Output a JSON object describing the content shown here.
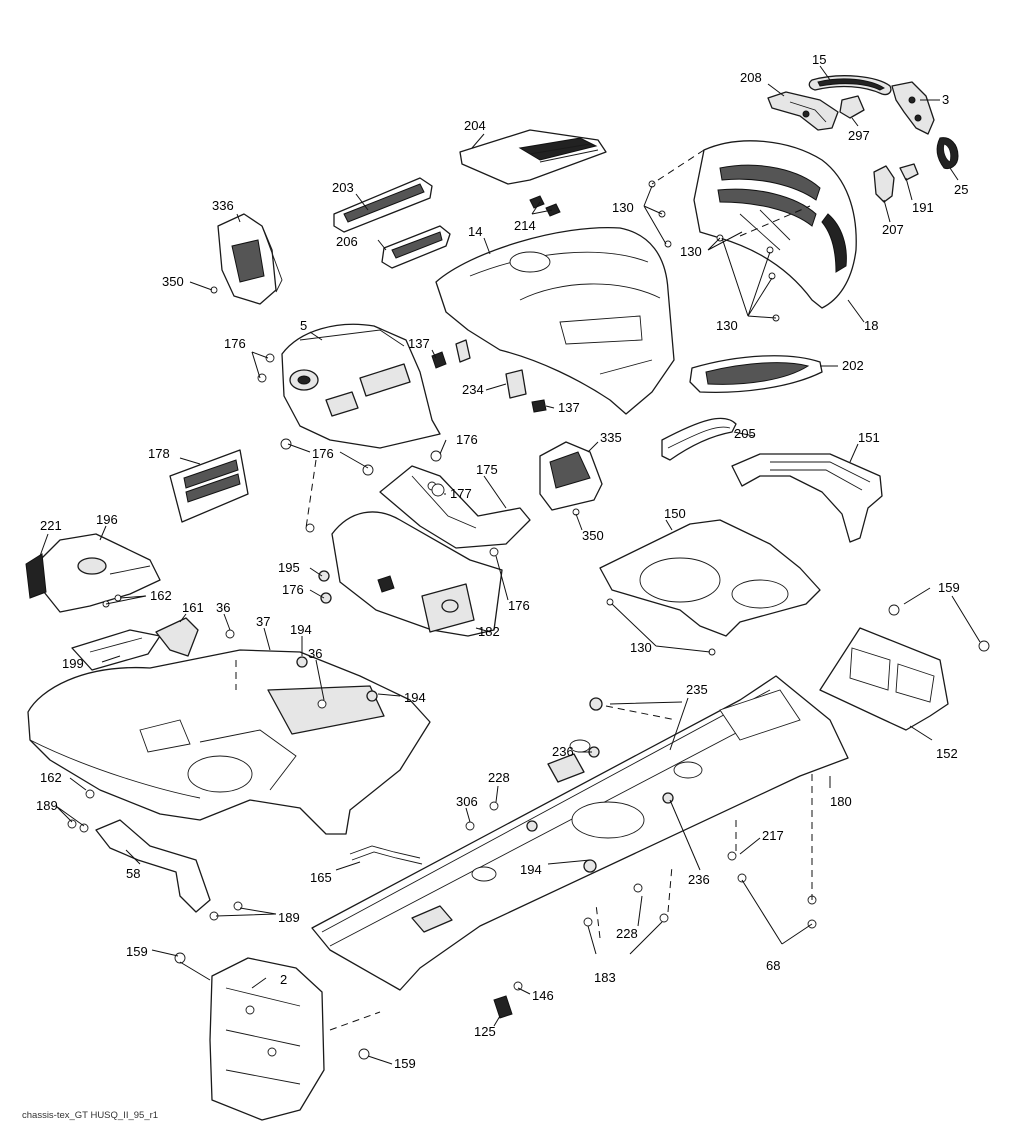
{
  "diagram": {
    "caption": "chassis-tex_GT HUSQ_II_95_r1",
    "callouts": [
      {
        "id": "c15",
        "text": "15"
      },
      {
        "id": "c208",
        "text": "208"
      },
      {
        "id": "c3",
        "text": "3"
      },
      {
        "id": "c297",
        "text": "297"
      },
      {
        "id": "c25",
        "text": "25"
      },
      {
        "id": "c191",
        "text": "191"
      },
      {
        "id": "c207",
        "text": "207"
      },
      {
        "id": "c204",
        "text": "204"
      },
      {
        "id": "c203",
        "text": "203"
      },
      {
        "id": "c214",
        "text": "214"
      },
      {
        "id": "c336",
        "text": "336"
      },
      {
        "id": "c14",
        "text": "14"
      },
      {
        "id": "c206",
        "text": "206"
      },
      {
        "id": "c350a",
        "text": "350"
      },
      {
        "id": "c130a",
        "text": "130"
      },
      {
        "id": "c130b",
        "text": "130"
      },
      {
        "id": "c130c",
        "text": "130"
      },
      {
        "id": "c18",
        "text": "18"
      },
      {
        "id": "c5",
        "text": "5"
      },
      {
        "id": "c176a",
        "text": "176"
      },
      {
        "id": "c137a",
        "text": "137"
      },
      {
        "id": "c234",
        "text": "234"
      },
      {
        "id": "c137b",
        "text": "137"
      },
      {
        "id": "c202",
        "text": "202"
      },
      {
        "id": "c176b",
        "text": "176"
      },
      {
        "id": "c176c",
        "text": "176"
      },
      {
        "id": "c178",
        "text": "178"
      },
      {
        "id": "c335",
        "text": "335"
      },
      {
        "id": "c205",
        "text": "205"
      },
      {
        "id": "c151",
        "text": "151"
      },
      {
        "id": "c175",
        "text": "175"
      },
      {
        "id": "c177",
        "text": "177"
      },
      {
        "id": "c350b",
        "text": "350"
      },
      {
        "id": "c150",
        "text": "150"
      },
      {
        "id": "c221",
        "text": "221"
      },
      {
        "id": "c196",
        "text": "196"
      },
      {
        "id": "c195",
        "text": "195"
      },
      {
        "id": "c176d",
        "text": "176"
      },
      {
        "id": "c176e",
        "text": "176"
      },
      {
        "id": "c162a",
        "text": "162"
      },
      {
        "id": "c161",
        "text": "161"
      },
      {
        "id": "c36a",
        "text": "36"
      },
      {
        "id": "c37",
        "text": "37"
      },
      {
        "id": "c194a",
        "text": "194"
      },
      {
        "id": "c36b",
        "text": "36"
      },
      {
        "id": "c182",
        "text": "182"
      },
      {
        "id": "c130d",
        "text": "130"
      },
      {
        "id": "c159a",
        "text": "159"
      },
      {
        "id": "c199",
        "text": "199"
      },
      {
        "id": "c194b",
        "text": "194"
      },
      {
        "id": "c235",
        "text": "235"
      },
      {
        "id": "c152",
        "text": "152"
      },
      {
        "id": "c236a",
        "text": "236"
      },
      {
        "id": "c162b",
        "text": "162"
      },
      {
        "id": "c228a",
        "text": "228"
      },
      {
        "id": "c306",
        "text": "306"
      },
      {
        "id": "c180",
        "text": "180"
      },
      {
        "id": "c189a",
        "text": "189"
      },
      {
        "id": "c217",
        "text": "217"
      },
      {
        "id": "c58",
        "text": "58"
      },
      {
        "id": "c165",
        "text": "165"
      },
      {
        "id": "c194c",
        "text": "194"
      },
      {
        "id": "c236b",
        "text": "236"
      },
      {
        "id": "c189b",
        "text": "189"
      },
      {
        "id": "c228b",
        "text": "228"
      },
      {
        "id": "c68",
        "text": "68"
      },
      {
        "id": "c159b",
        "text": "159"
      },
      {
        "id": "c2",
        "text": "2"
      },
      {
        "id": "c183",
        "text": "183"
      },
      {
        "id": "c146",
        "text": "146"
      },
      {
        "id": "c125",
        "text": "125"
      },
      {
        "id": "c159c",
        "text": "159"
      }
    ]
  }
}
